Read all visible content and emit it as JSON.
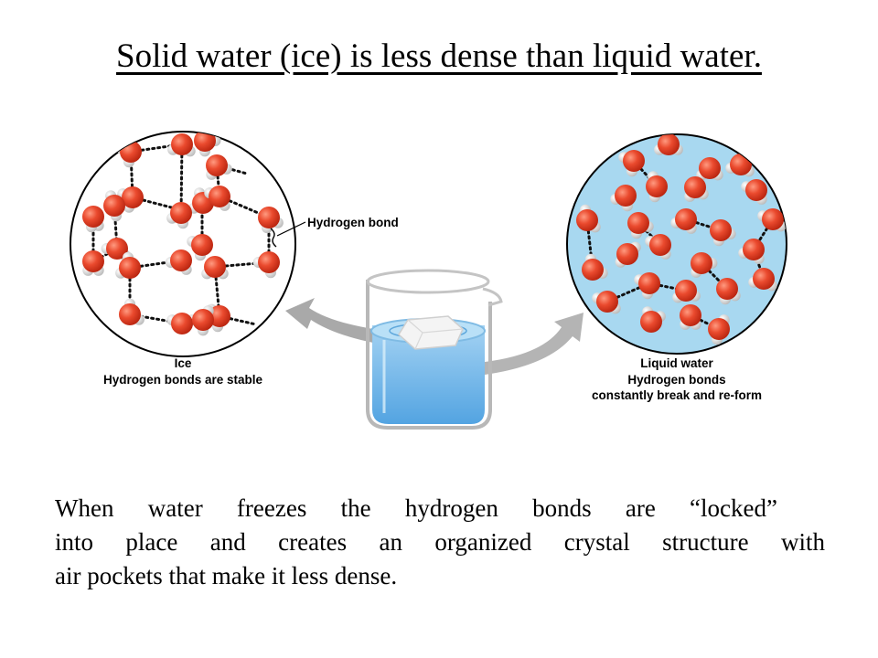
{
  "title": "Solid water (ice) is less dense than liquid water.",
  "ice": {
    "label": "Ice",
    "sublabel": "Hydrogen bonds are stable"
  },
  "hydrogen_bond_label": "Hydrogen bond",
  "liquid": {
    "label": "Liquid water",
    "sublabel_line1": "Hydrogen bonds",
    "sublabel_line2": "constantly break and re-form"
  },
  "caption": {
    "line1": "When water freezes the hydrogen bonds are “locked”",
    "line2": "into place and creates an organized crystal structure with",
    "line3": "air pockets that make it less dense."
  },
  "colors": {
    "oxygen": "#e8452c",
    "hydrogen": "#e6e6e6",
    "water": "#a8d8f0",
    "beaker_water": "#6fb6e6"
  }
}
